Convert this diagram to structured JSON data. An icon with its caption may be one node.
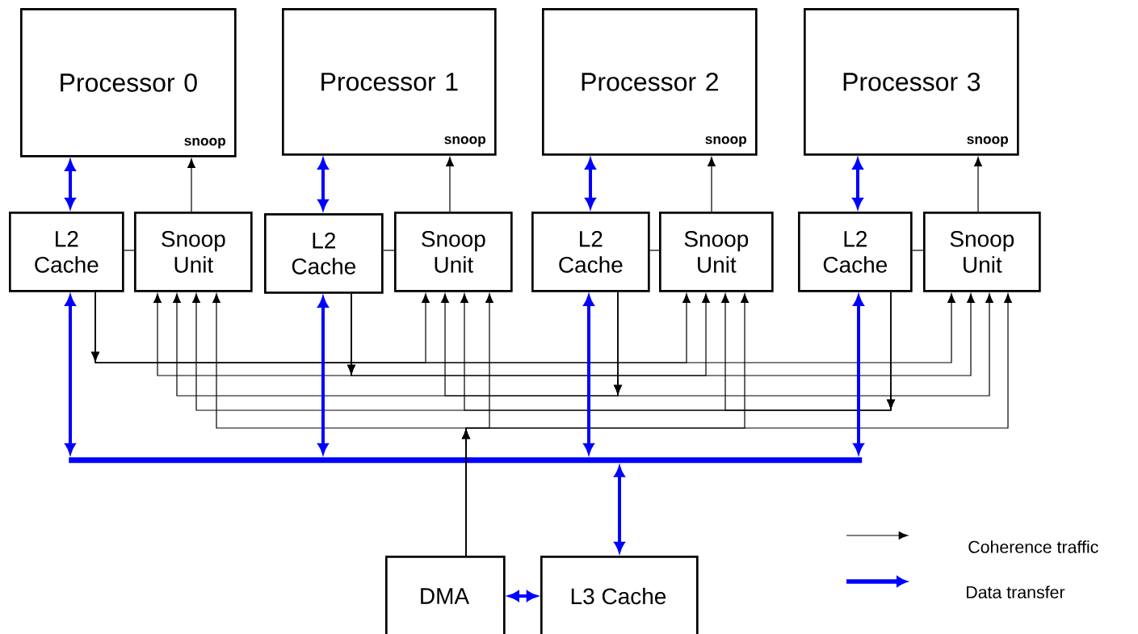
{
  "diagram": {
    "nodes": [
      {
        "text": [
          "Processor 0",
          "snoop"
        ]
      },
      {
        "text": [
          "Processor 1",
          "snoop"
        ]
      },
      {
        "text": [
          "Processor 2",
          "snoop"
        ]
      },
      {
        "text": [
          "Processor 3",
          "snoop"
        ]
      },
      {
        "text": [
          "L2 Cache"
        ]
      },
      {
        "text": [
          "Snoop Unit"
        ]
      },
      {
        "text": [
          "L2 Cache"
        ]
      },
      {
        "text": [
          "Snoop Unit"
        ]
      },
      {
        "text": [
          "L2 Cache"
        ]
      },
      {
        "text": [
          "Snoop Unit"
        ]
      },
      {
        "text": [
          "L2 Cache"
        ]
      },
      {
        "text": [
          "Snoop Unit"
        ]
      },
      {
        "text": [],
        "shape": "bar"
      },
      {
        "text": [
          "DMA"
        ]
      },
      {
        "text": [
          "L3  Cache"
        ]
      }
    ],
    "edges": [
      {
        "from": 4,
        "to": 0,
        "arrow": "both",
        "style": "thick",
        "color": "#0000ff"
      },
      {
        "from": 6,
        "to": 1,
        "arrow": "both",
        "style": "thick",
        "color": "#0000ff"
      },
      {
        "from": 8,
        "to": 2,
        "arrow": "both",
        "style": "thick",
        "color": "#0000ff"
      },
      {
        "from": 10,
        "to": 3,
        "arrow": "both",
        "style": "thick",
        "color": "#0000ff"
      },
      {
        "from": 5,
        "to": 0,
        "arrow": "to"
      },
      {
        "from": 7,
        "to": 1,
        "arrow": "to"
      },
      {
        "from": 9,
        "to": 2,
        "arrow": "to"
      },
      {
        "from": 11,
        "to": 3,
        "arrow": "to"
      },
      {
        "from": 4,
        "to": 5,
        "arrow": "none"
      },
      {
        "from": 6,
        "to": 7,
        "arrow": "none"
      },
      {
        "from": 8,
        "to": 9,
        "arrow": "none"
      },
      {
        "from": 10,
        "to": 11,
        "arrow": "none"
      },
      {
        "from": 4,
        "to": 7,
        "arrow": "to"
      },
      {
        "from": 4,
        "to": 9,
        "arrow": "to"
      },
      {
        "from": 4,
        "to": 11,
        "arrow": "to"
      },
      {
        "from": 6,
        "to": 5,
        "arrow": "to"
      },
      {
        "from": 6,
        "to": 9,
        "arrow": "to"
      },
      {
        "from": 6,
        "to": 11,
        "arrow": "to"
      },
      {
        "from": 8,
        "to": 5,
        "arrow": "to"
      },
      {
        "from": 8,
        "to": 7,
        "arrow": "to"
      },
      {
        "from": 8,
        "to": 11,
        "arrow": "to"
      },
      {
        "from": 10,
        "to": 5,
        "arrow": "to"
      },
      {
        "from": 10,
        "to": 7,
        "arrow": "to"
      },
      {
        "from": 10,
        "to": 9,
        "arrow": "to"
      },
      {
        "from": 13,
        "to": 5,
        "arrow": "to"
      },
      {
        "from": 13,
        "to": 7,
        "arrow": "to"
      },
      {
        "from": 13,
        "to": 9,
        "arrow": "to"
      },
      {
        "from": 13,
        "to": 11,
        "arrow": "to"
      },
      {
        "from": 4,
        "to": 12,
        "arrow": "both",
        "style": "thick",
        "color": "#0000ff"
      },
      {
        "from": 6,
        "to": 12,
        "arrow": "both",
        "style": "thick",
        "color": "#0000ff"
      },
      {
        "from": 8,
        "to": 12,
        "arrow": "both",
        "style": "thick",
        "color": "#0000ff"
      },
      {
        "from": 10,
        "to": 12,
        "arrow": "both",
        "style": "thick",
        "color": "#0000ff"
      },
      {
        "from": 12,
        "to": 14,
        "arrow": "both",
        "style": "thick",
        "color": "#0000ff"
      },
      {
        "from": 13,
        "to": 14,
        "arrow": "both",
        "style": "thick",
        "color": "#0000ff"
      }
    ],
    "legend": [
      {
        "text": "Coherence traffic"
      },
      {
        "text": "Data transfer"
      }
    ]
  }
}
